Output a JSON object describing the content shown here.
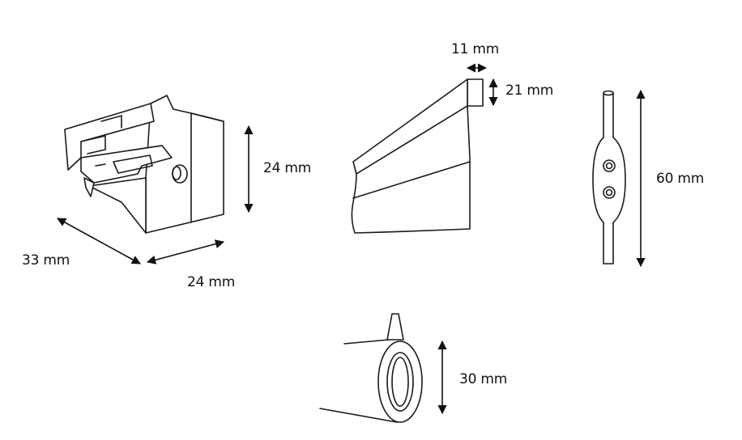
{
  "dimensions": {
    "bracket_height": "24 mm",
    "bracket_length": "33 mm",
    "bracket_width": "24 mm",
    "rail_width": "11 mm",
    "rail_height": "21 mm",
    "hook_length": "60 mm",
    "ring_height": "30 mm"
  },
  "colors": {
    "line": "#1a1a1a",
    "background": "#ffffff"
  }
}
